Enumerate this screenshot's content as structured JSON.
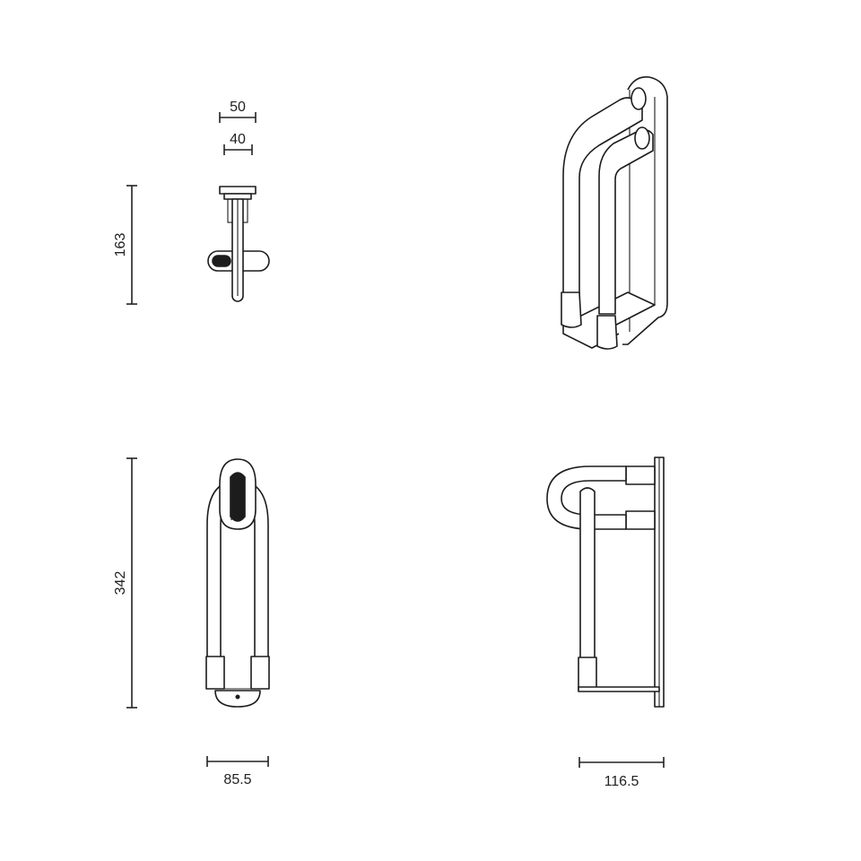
{
  "colors": {
    "line": "#1c1c1c",
    "background": "#ffffff"
  },
  "dimensions": {
    "top_view_outer_width": "50",
    "top_view_inner_width": "40",
    "top_view_height": "163",
    "front_view_height": "342",
    "front_view_width": "85.5",
    "side_view_depth": "116.5"
  }
}
